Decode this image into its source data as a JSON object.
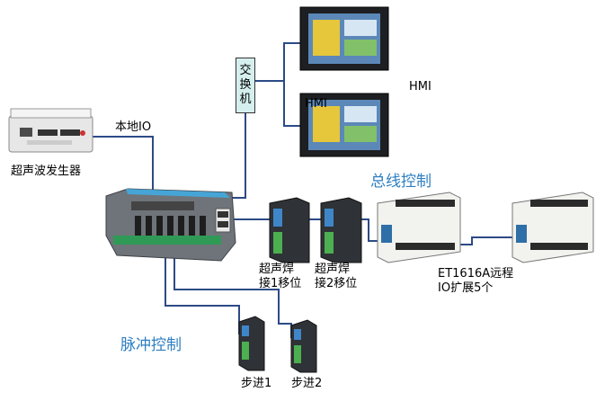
{
  "labels": {
    "ultrasonic_generator": "超声波发生器",
    "local_io": "本地IO",
    "switch_chars": [
      "交",
      "换",
      "机"
    ],
    "hmi_top": "HMI",
    "hmi_bottom": "HMI",
    "bus_control": "总线控制",
    "pulse_control": "脉冲控制",
    "weld1": "超声焊\n接1移位",
    "weld2": "超声焊\n接2移位",
    "io_expansion": "ET1616A远程\nIO扩展5个",
    "stepper1": "步进1",
    "stepper2": "步进2"
  },
  "colors": {
    "heading_blue": "#2e7fc1",
    "link_line": "#2c4a86",
    "switch_fill": "#d5efef"
  }
}
